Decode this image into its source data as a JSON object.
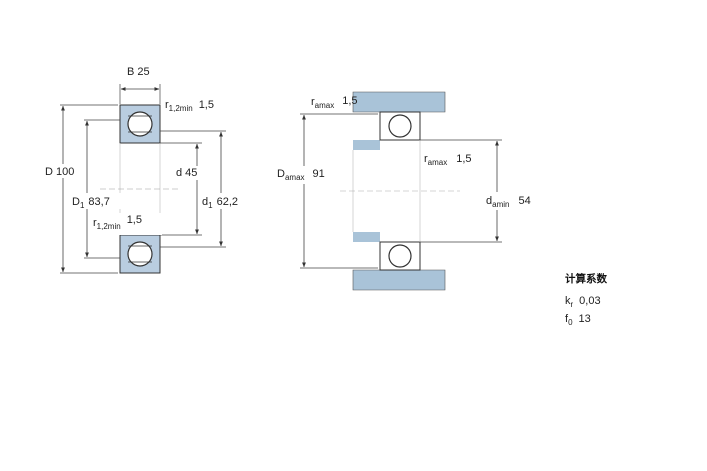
{
  "colors": {
    "housing": "#a9c3d8",
    "ring": "#b9cde0",
    "line": "#333333",
    "dim": "#444444",
    "background": "#ffffff"
  },
  "bearing": {
    "B": {
      "symbol": "B",
      "value": "25"
    },
    "r12_top": {
      "symbol": "r",
      "subscript": "1,2min",
      "value": "1,5"
    },
    "D": {
      "symbol": "D",
      "value": "100"
    },
    "D1": {
      "symbol": "D",
      "subscript": "1",
      "value": "83,7"
    },
    "d": {
      "symbol": "d",
      "value": "45"
    },
    "d1": {
      "symbol": "d",
      "subscript": "1",
      "value": "62,2"
    },
    "r12_bottom": {
      "symbol": "r",
      "subscript": "1,2min",
      "value": "1,5"
    }
  },
  "mounting": {
    "ramax_top": {
      "symbol": "r",
      "subscript": "amax",
      "value": "1,5"
    },
    "Damax": {
      "symbol": "D",
      "subscript": "amax",
      "value": "91"
    },
    "ramax_mid": {
      "symbol": "r",
      "subscript": "amax",
      "value": "1,5"
    },
    "damin": {
      "symbol": "d",
      "subscript": "amin",
      "value": "54"
    }
  },
  "calc_factors": {
    "title": "计算系数",
    "kr": {
      "symbol": "k",
      "subscript": "r",
      "value": "0,03"
    },
    "f0": {
      "symbol": "f",
      "subscript": "0",
      "value": "13"
    }
  }
}
